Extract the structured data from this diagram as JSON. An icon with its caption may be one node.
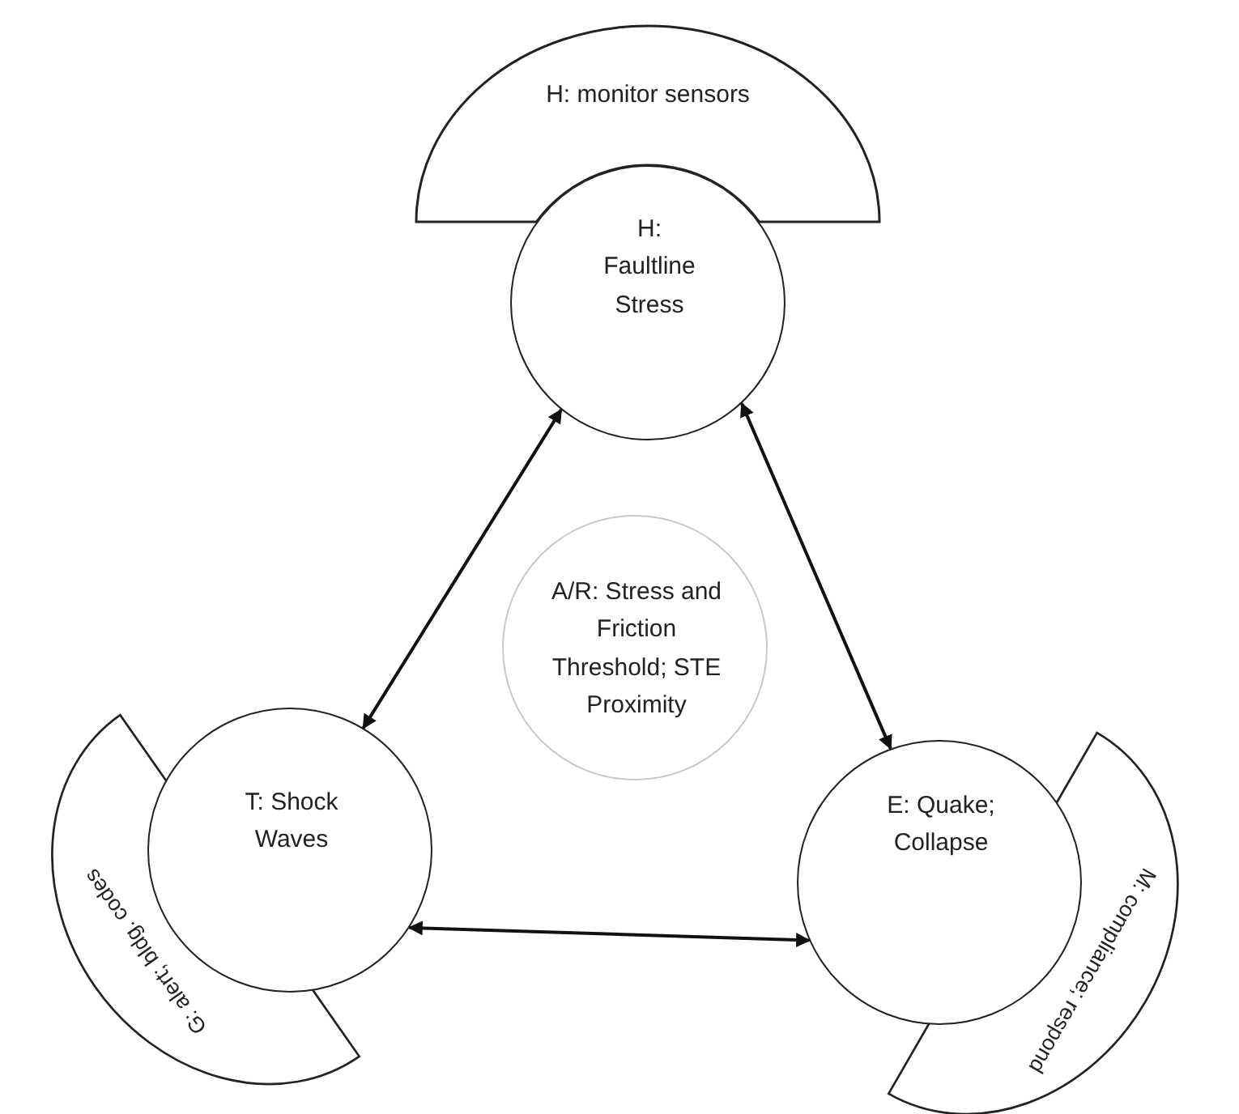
{
  "diagram": {
    "nodes": [
      {
        "text": [
          "H: monitor sensors"
        ]
      },
      {
        "text": [
          "H: Faultline Stress"
        ]
      },
      {
        "text": [
          "A/R: Stress and Friction Threshold; STE Proximity"
        ]
      },
      {
        "text": [
          "T: Shock Waves"
        ]
      },
      {
        "text": [
          "G: alert; bldg. codes"
        ]
      },
      {
        "text": [
          "E: Quake; Collapse"
        ]
      },
      {
        "text": [
          "M: compliance; respond"
        ]
      }
    ],
    "edges": [
      {
        "from": 1,
        "to": 3,
        "arrow": "both"
      },
      {
        "from": 1,
        "to": 5,
        "arrow": "both"
      },
      {
        "from": 3,
        "to": 5,
        "arrow": "both"
      }
    ]
  }
}
